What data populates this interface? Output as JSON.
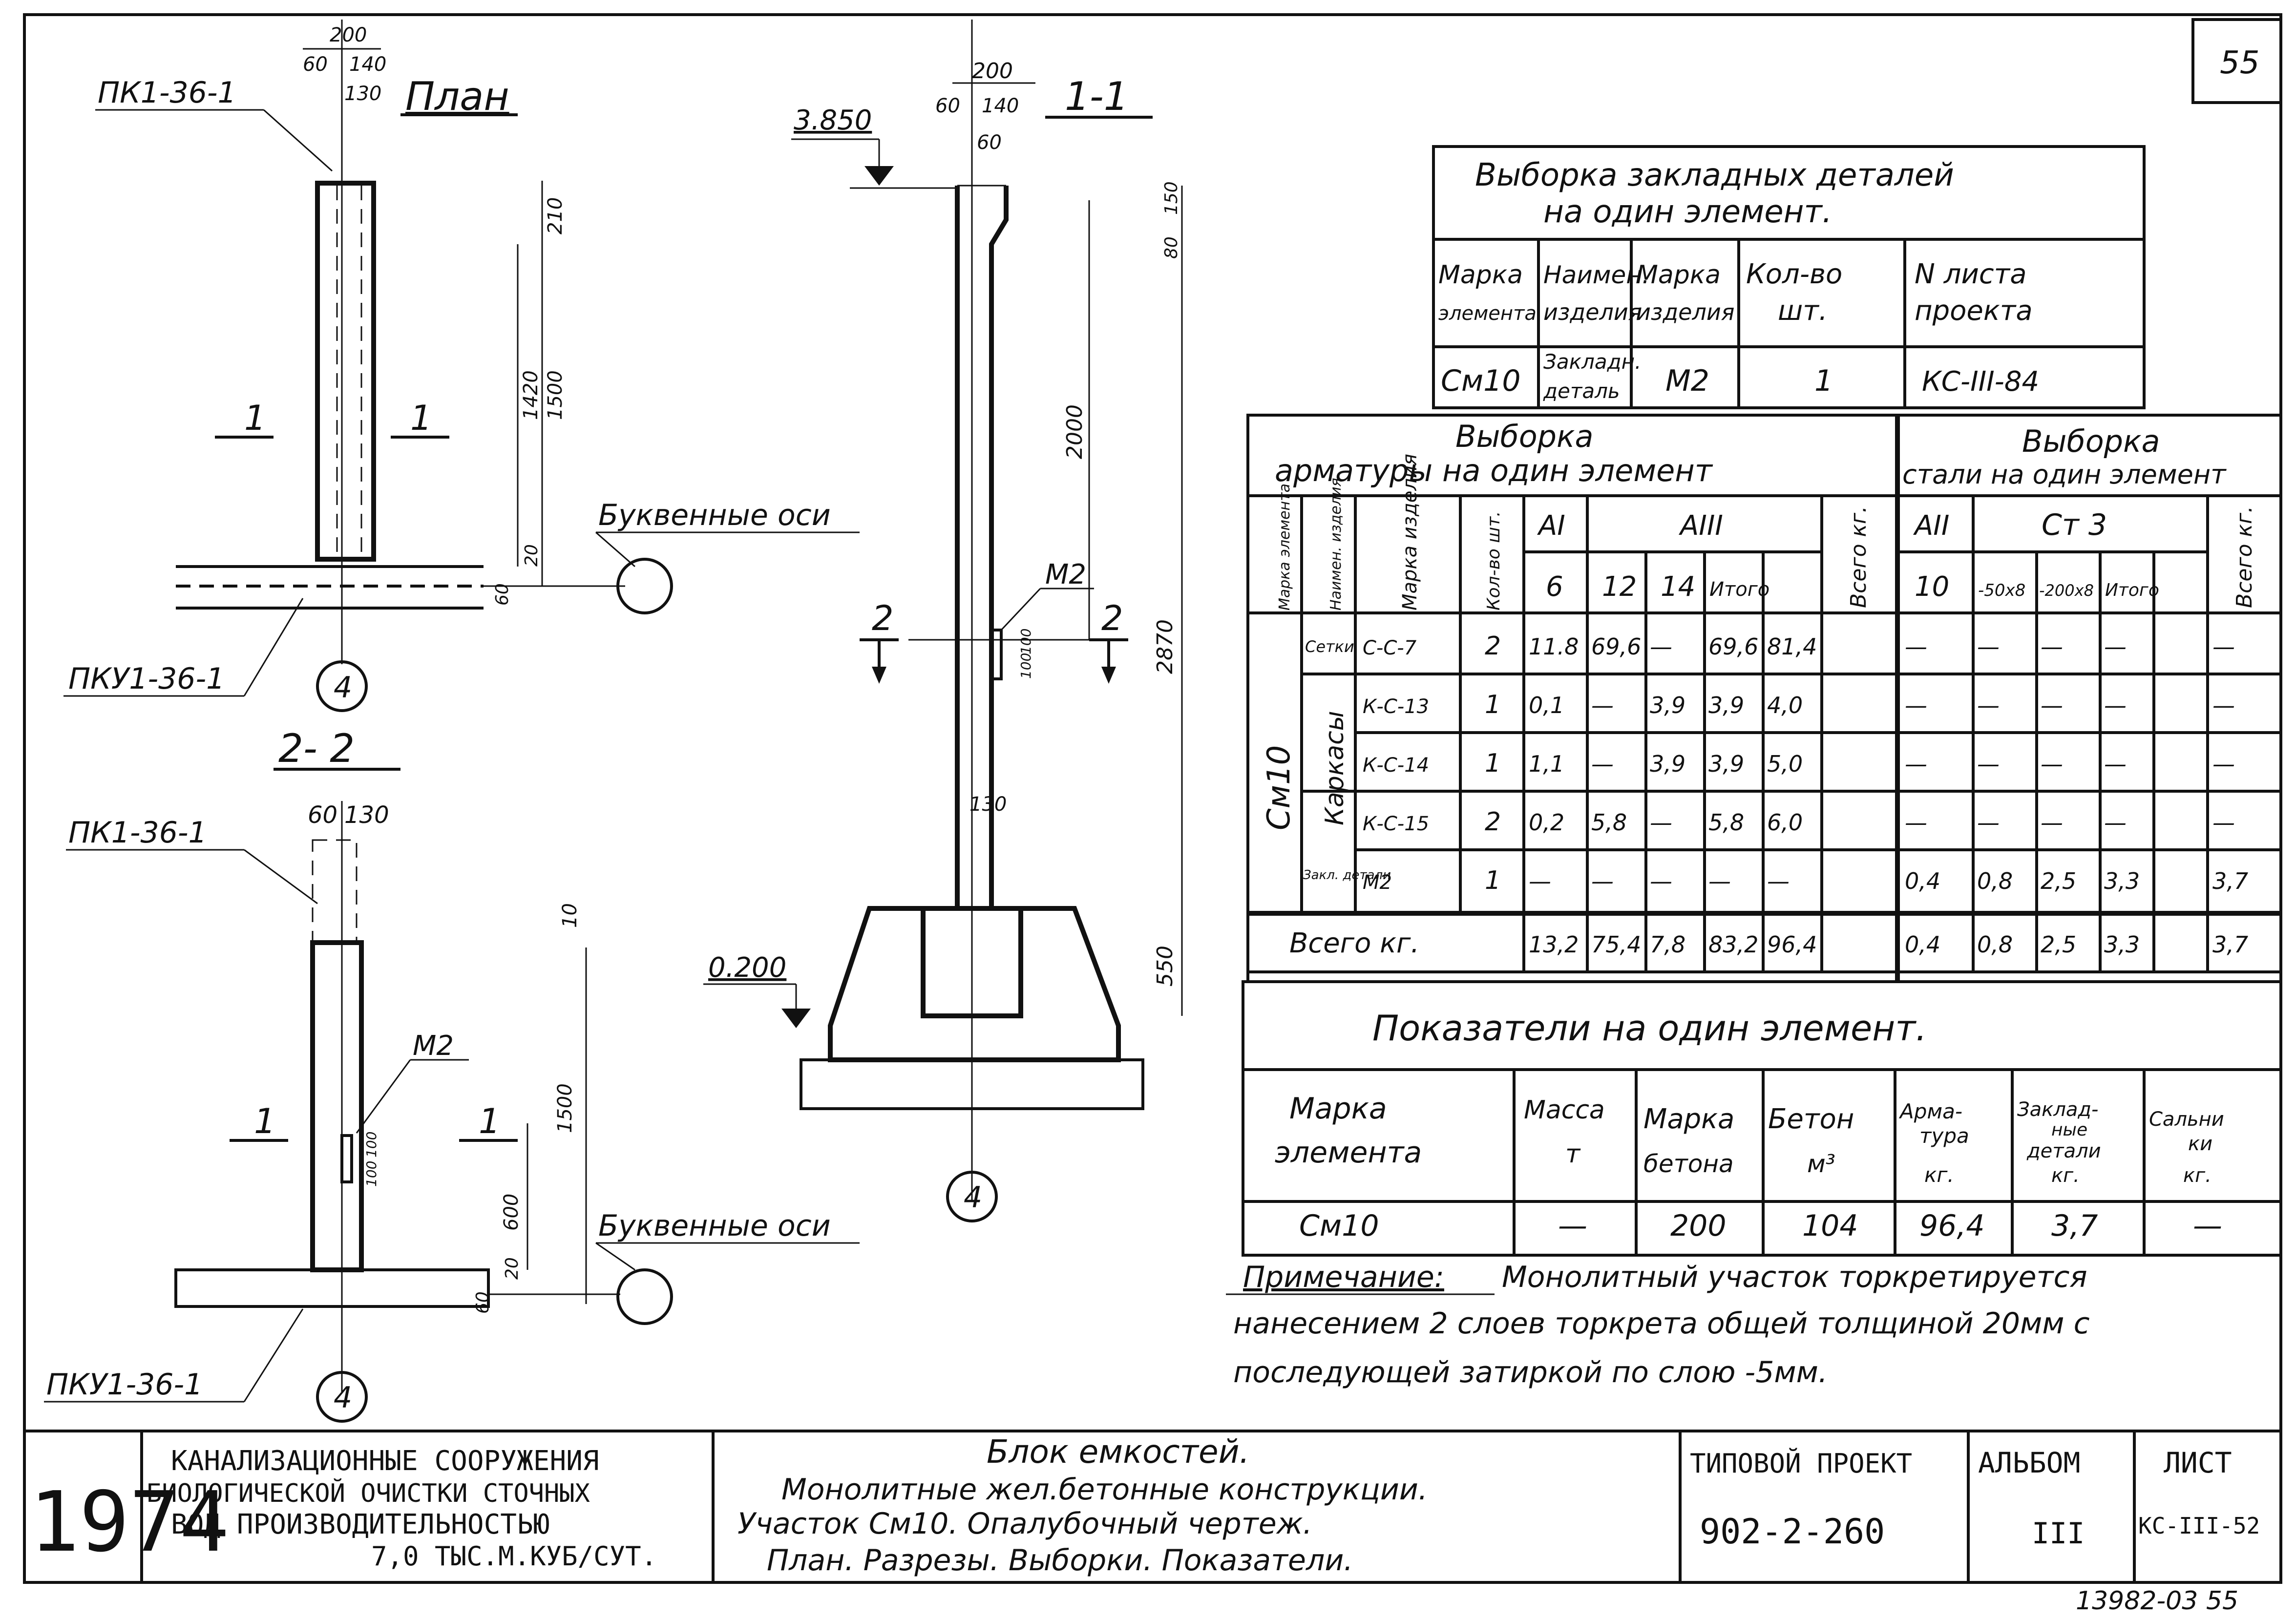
{
  "sheet_number": "55",
  "plan": {
    "title": "План",
    "top_mark": "ПК1-36-1",
    "bottom_mark": "ПКУ1-36-1",
    "section_mark_left": "1",
    "section_mark_right": "1",
    "axis_label": "Буквенные оси",
    "axis_number": "4",
    "dims": [
      "200",
      "60",
      "140",
      "130",
      "210",
      "1500",
      "1420",
      "20",
      "60"
    ]
  },
  "section_2_2": {
    "title": "2- 2",
    "top_mark": "ПК1-36-1",
    "bottom_mark": "ПКУ1-36-1",
    "part_label": "М2",
    "section_mark_left": "1",
    "section_mark_right": "1",
    "axis_label": "Буквенные оси",
    "axis_number": "4",
    "dims": [
      "60",
      "130",
      "10",
      "1500",
      "600",
      "20",
      "60",
      "100",
      "100"
    ]
  },
  "section_1_1": {
    "title": "1-1",
    "elev_top": "3.850",
    "elev_bottom": "0.200",
    "part_label": "М2",
    "cut_left": "2",
    "cut_right": "2",
    "axis_number": "4",
    "dims": [
      "200",
      "60",
      "140",
      "60",
      "150",
      "80",
      "2000",
      "2870",
      "550",
      "130",
      "100",
      "100"
    ]
  },
  "embedded_table": {
    "title_line1": "Выборка закладных деталей",
    "title_line2": "на один элемент.",
    "headers": [
      [
        "Марка",
        "элемента"
      ],
      [
        "Наимен.",
        "изделия"
      ],
      [
        "Марка",
        "изделия"
      ],
      [
        "Кол-во",
        "шт."
      ],
      [
        "N листа",
        "проекта"
      ]
    ],
    "row": {
      "element": "См10",
      "name_line1": "Закладн.",
      "name_line2": "деталь",
      "mark": "М2",
      "qty": "1",
      "sheet": "КС-III-84"
    }
  },
  "rebar_table": {
    "title_left_line1": "Выборка",
    "title_left_line2": "арматуры на один элемент",
    "title_right_line1": "Выборка",
    "title_right_line2": "стали на один элемент",
    "col_mark_element": "Марка элемента",
    "col_name": "Наимен. изделия",
    "col_mark_item": "Марка изделия",
    "col_qty": "Кол-во шт.",
    "grp_ai": "AI",
    "grp_aiii": "AIII",
    "col_total_kg": "Всего кг.",
    "grp_aii": "AII",
    "grp_st3": "Ст 3",
    "col_total_kg2": "Всего кг.",
    "subheads": [
      "6",
      "12",
      "14",
      "Итого",
      "10",
      "-50х8",
      "-200х8",
      "Итого"
    ],
    "element": "См10",
    "group_setki": "Сетки",
    "group_karkasy": "Каркасы",
    "group_zakl": "Закл. детали",
    "rows": [
      {
        "mark": "С-С-7",
        "qty": "2",
        "v": [
          "11.8",
          "69,6",
          "—",
          "69,6",
          "81,4",
          "—",
          "—",
          "—",
          "—",
          "—"
        ]
      },
      {
        "mark": "К-С-13",
        "qty": "1",
        "v": [
          "0,1",
          "—",
          "3,9",
          "3,9",
          "4,0",
          "—",
          "—",
          "—",
          "—",
          "—"
        ]
      },
      {
        "mark": "К-С-14",
        "qty": "1",
        "v": [
          "1,1",
          "—",
          "3,9",
          "3,9",
          "5,0",
          "—",
          "—",
          "—",
          "—",
          "—"
        ]
      },
      {
        "mark": "К-С-15",
        "qty": "2",
        "v": [
          "0,2",
          "5,8",
          "—",
          "5,8",
          "6,0",
          "—",
          "—",
          "—",
          "—",
          "—"
        ]
      },
      {
        "mark": "М2",
        "qty": "1",
        "v": [
          "—",
          "—",
          "—",
          "—",
          "—",
          "0,4",
          "0,8",
          "2,5",
          "3,3",
          "3,7"
        ]
      }
    ],
    "total_label": "Всего кг.",
    "total": [
      "13,2",
      "75,4",
      "7,8",
      "83,2",
      "96,4",
      "0,4",
      "0,8",
      "2,5",
      "3,3",
      "3,7"
    ]
  },
  "indicators": {
    "title": "Показатели на один элемент.",
    "headers": [
      [
        "Марка",
        "элемента"
      ],
      [
        "Масса",
        "т"
      ],
      [
        "Марка",
        "бетона"
      ],
      [
        "Бетон",
        "м³"
      ],
      [
        "Арма-",
        "тура",
        "кг."
      ],
      [
        "Заклад-",
        "ные",
        "детали",
        "кг."
      ],
      [
        "Сальни",
        "ки",
        "кг."
      ]
    ],
    "row": [
      "См10",
      "—",
      "200",
      "104",
      "96,4",
      "3,7",
      "—"
    ]
  },
  "note": {
    "label": "Примечание:",
    "line1": "Монолитный участок торкретируется",
    "line2": "нанесением 2 слоев торкрета общей толщиной 20мм с",
    "line3": "последующей затиркой по слою -5мм."
  },
  "title_block": {
    "year": "1974",
    "org_line1": "КАНАЛИЗАЦИОННЫЕ СООРУЖЕНИЯ",
    "org_line2": "БИОЛОГИЧЕСКОЙ ОЧИСТКИ СТОЧНЫХ",
    "org_line3": "ВОД ПРОИЗВОДИТЕЛЬНОСТЬЮ",
    "org_line4": "7,0 ТЫС.М.КУБ/СУТ.",
    "desc_line1": "Блок емкостей.",
    "desc_line2": "Монолитные жел.бетонные конструкции.",
    "desc_line3": "Участок См10. Опалубочный чертеж.",
    "desc_line4": "План. Разрезы. Выборки. Показатели.",
    "project_label": "ТИПОВОЙ ПРОЕКТ",
    "project_number": "902-2-260",
    "album_label": "АЛЬБОМ",
    "album_number": "III",
    "sheet_label": "ЛИСТ",
    "sheet_code": "КС-III-52"
  },
  "footer_code": "13982-03 55"
}
